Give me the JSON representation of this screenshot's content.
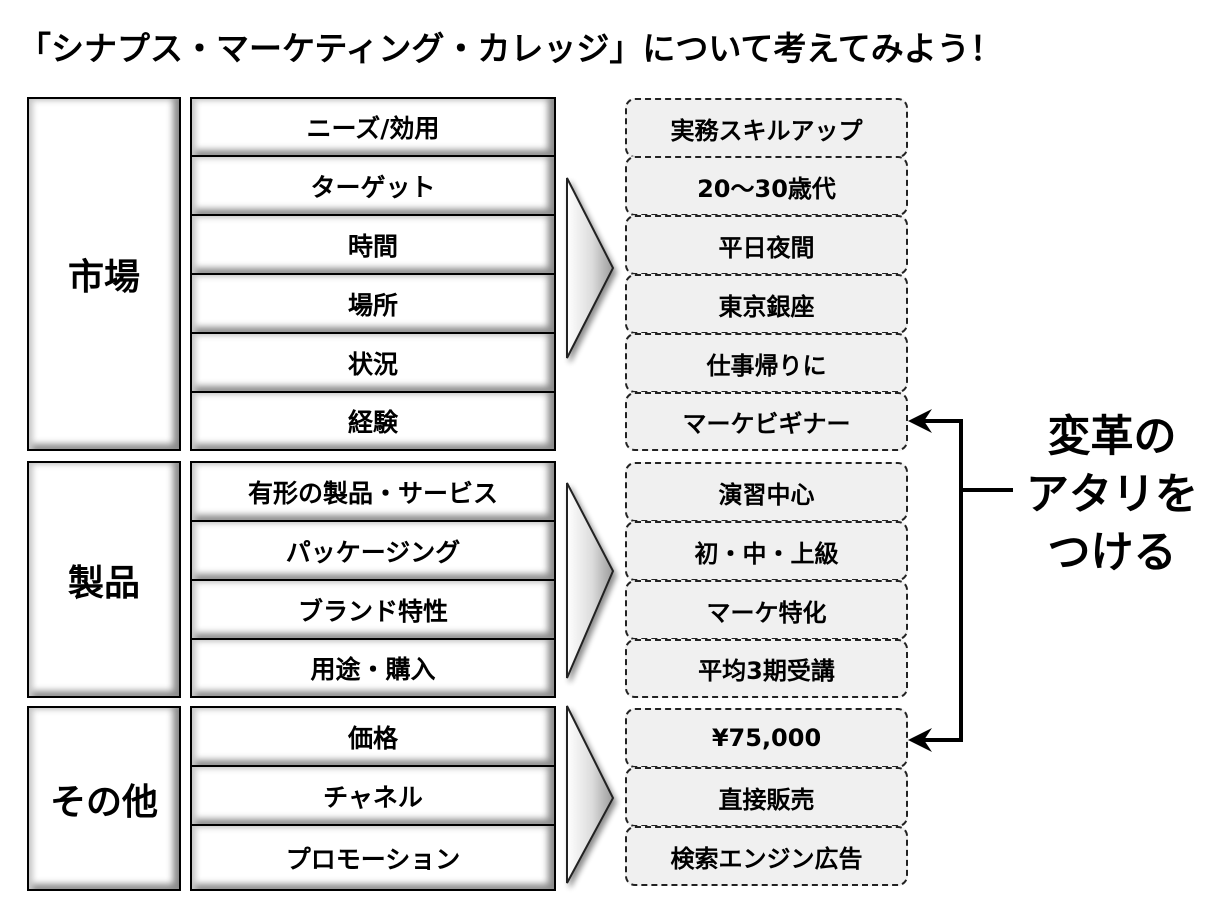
{
  "title": "「シナプス・マーケティング・カレッジ」について考えてみよう！",
  "groups": [
    {
      "category": "市場",
      "items": [
        "ニーズ/効用",
        "ターゲット",
        "時間",
        "場所",
        "状況",
        "経験"
      ],
      "results": [
        "実務スキルアップ",
        "20～30歳代",
        "平日夜間",
        "東京銀座",
        "仕事帰りに",
        "マーケビギナー"
      ]
    },
    {
      "category": "製品",
      "items": [
        "有形の製品・サービス",
        "パッケージング",
        "ブランド特性",
        "用途・購入"
      ],
      "results": [
        "演習中心",
        "初・中・上級",
        "マーケ特化",
        "平均3期受講"
      ]
    },
    {
      "category": "その他",
      "items": [
        "価格",
        "チャネル",
        "プロモーション"
      ],
      "results": [
        "¥75,000",
        "直接販売",
        "検索エンジン広告"
      ]
    }
  ],
  "callout": {
    "lines": [
      "変革の",
      "アタリを",
      "つける"
    ],
    "targets": [
      "マーケビギナー",
      "¥75,000"
    ]
  }
}
